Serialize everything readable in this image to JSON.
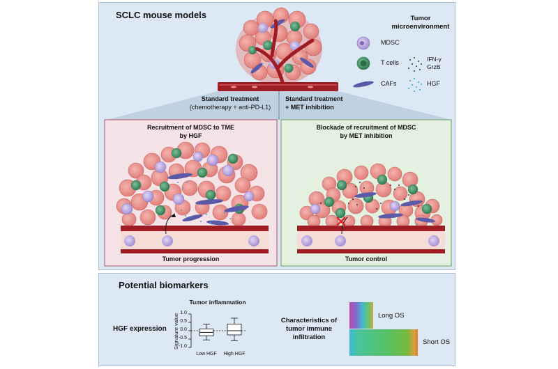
{
  "top_panel": {
    "title": "SCLC mouse models",
    "legend": {
      "title_line1": "Tumor",
      "title_line2": "microenvironment",
      "mdsc": "MDSC",
      "tcells": "T cells",
      "ifn_line1": "IFN-γ",
      "ifn_line2": "GrzB",
      "cafs": "CAFs",
      "hgf": "HGF"
    },
    "branch_left": {
      "line1": "Standard treatment",
      "line2": "(chemotherapy + anti-PD-L1)"
    },
    "branch_right": {
      "line1": "Standard treatment",
      "line2": "+ MET inhibition"
    },
    "left_box": {
      "title_line1": "Recruitment of MDSC to TME",
      "title_line2": "by HGF",
      "caption": "Tumor progression"
    },
    "right_box": {
      "title_line1": "Blockade of recruitment of MDSC",
      "title_line2": "by MET inhibition",
      "caption": "Tumor control"
    }
  },
  "bottom_panel": {
    "title": "Potential biomarkers",
    "hgf_label": "HGF expression",
    "boxplot": {
      "title": "Tumor inflammation",
      "ylabel": "Signature value",
      "yticks": [
        "1.0",
        "0.5",
        "0.0",
        "-0.5",
        "-1.0"
      ],
      "categories": [
        "Low HGF",
        "High HGF"
      ]
    },
    "char_line1": "Characteristics of",
    "char_line2": "tumor immune",
    "char_line3": "infiltration",
    "long_os": "Long OS",
    "short_os": "Short OS"
  },
  "chart_data": {
    "type": "box",
    "title": "Tumor inflammation",
    "ylabel": "Signature value",
    "ylim": [
      -1.0,
      1.0
    ],
    "categories": [
      "Low HGF",
      "High HGF"
    ],
    "series": [
      {
        "category": "Low HGF",
        "min": -0.55,
        "q1": -0.3,
        "median": -0.1,
        "q3": 0.1,
        "max": 0.4
      },
      {
        "category": "High HGF",
        "min": -0.6,
        "q1": -0.25,
        "median": 0.0,
        "q3": 0.4,
        "max": 0.75
      }
    ],
    "reference_line": 0.0
  },
  "colors": {
    "panel_bg": "#dce8f4",
    "tumor_cell": "#e98f8a",
    "mdsc": "#b9a6e0",
    "tcell": "#4f9a6e",
    "caf": "#5a5aa8",
    "vessel": "#9e1d24",
    "hgf": "#3aa6c9",
    "left_box_bg": "#f6e3e8",
    "right_box_bg": "#e4f1e1"
  }
}
